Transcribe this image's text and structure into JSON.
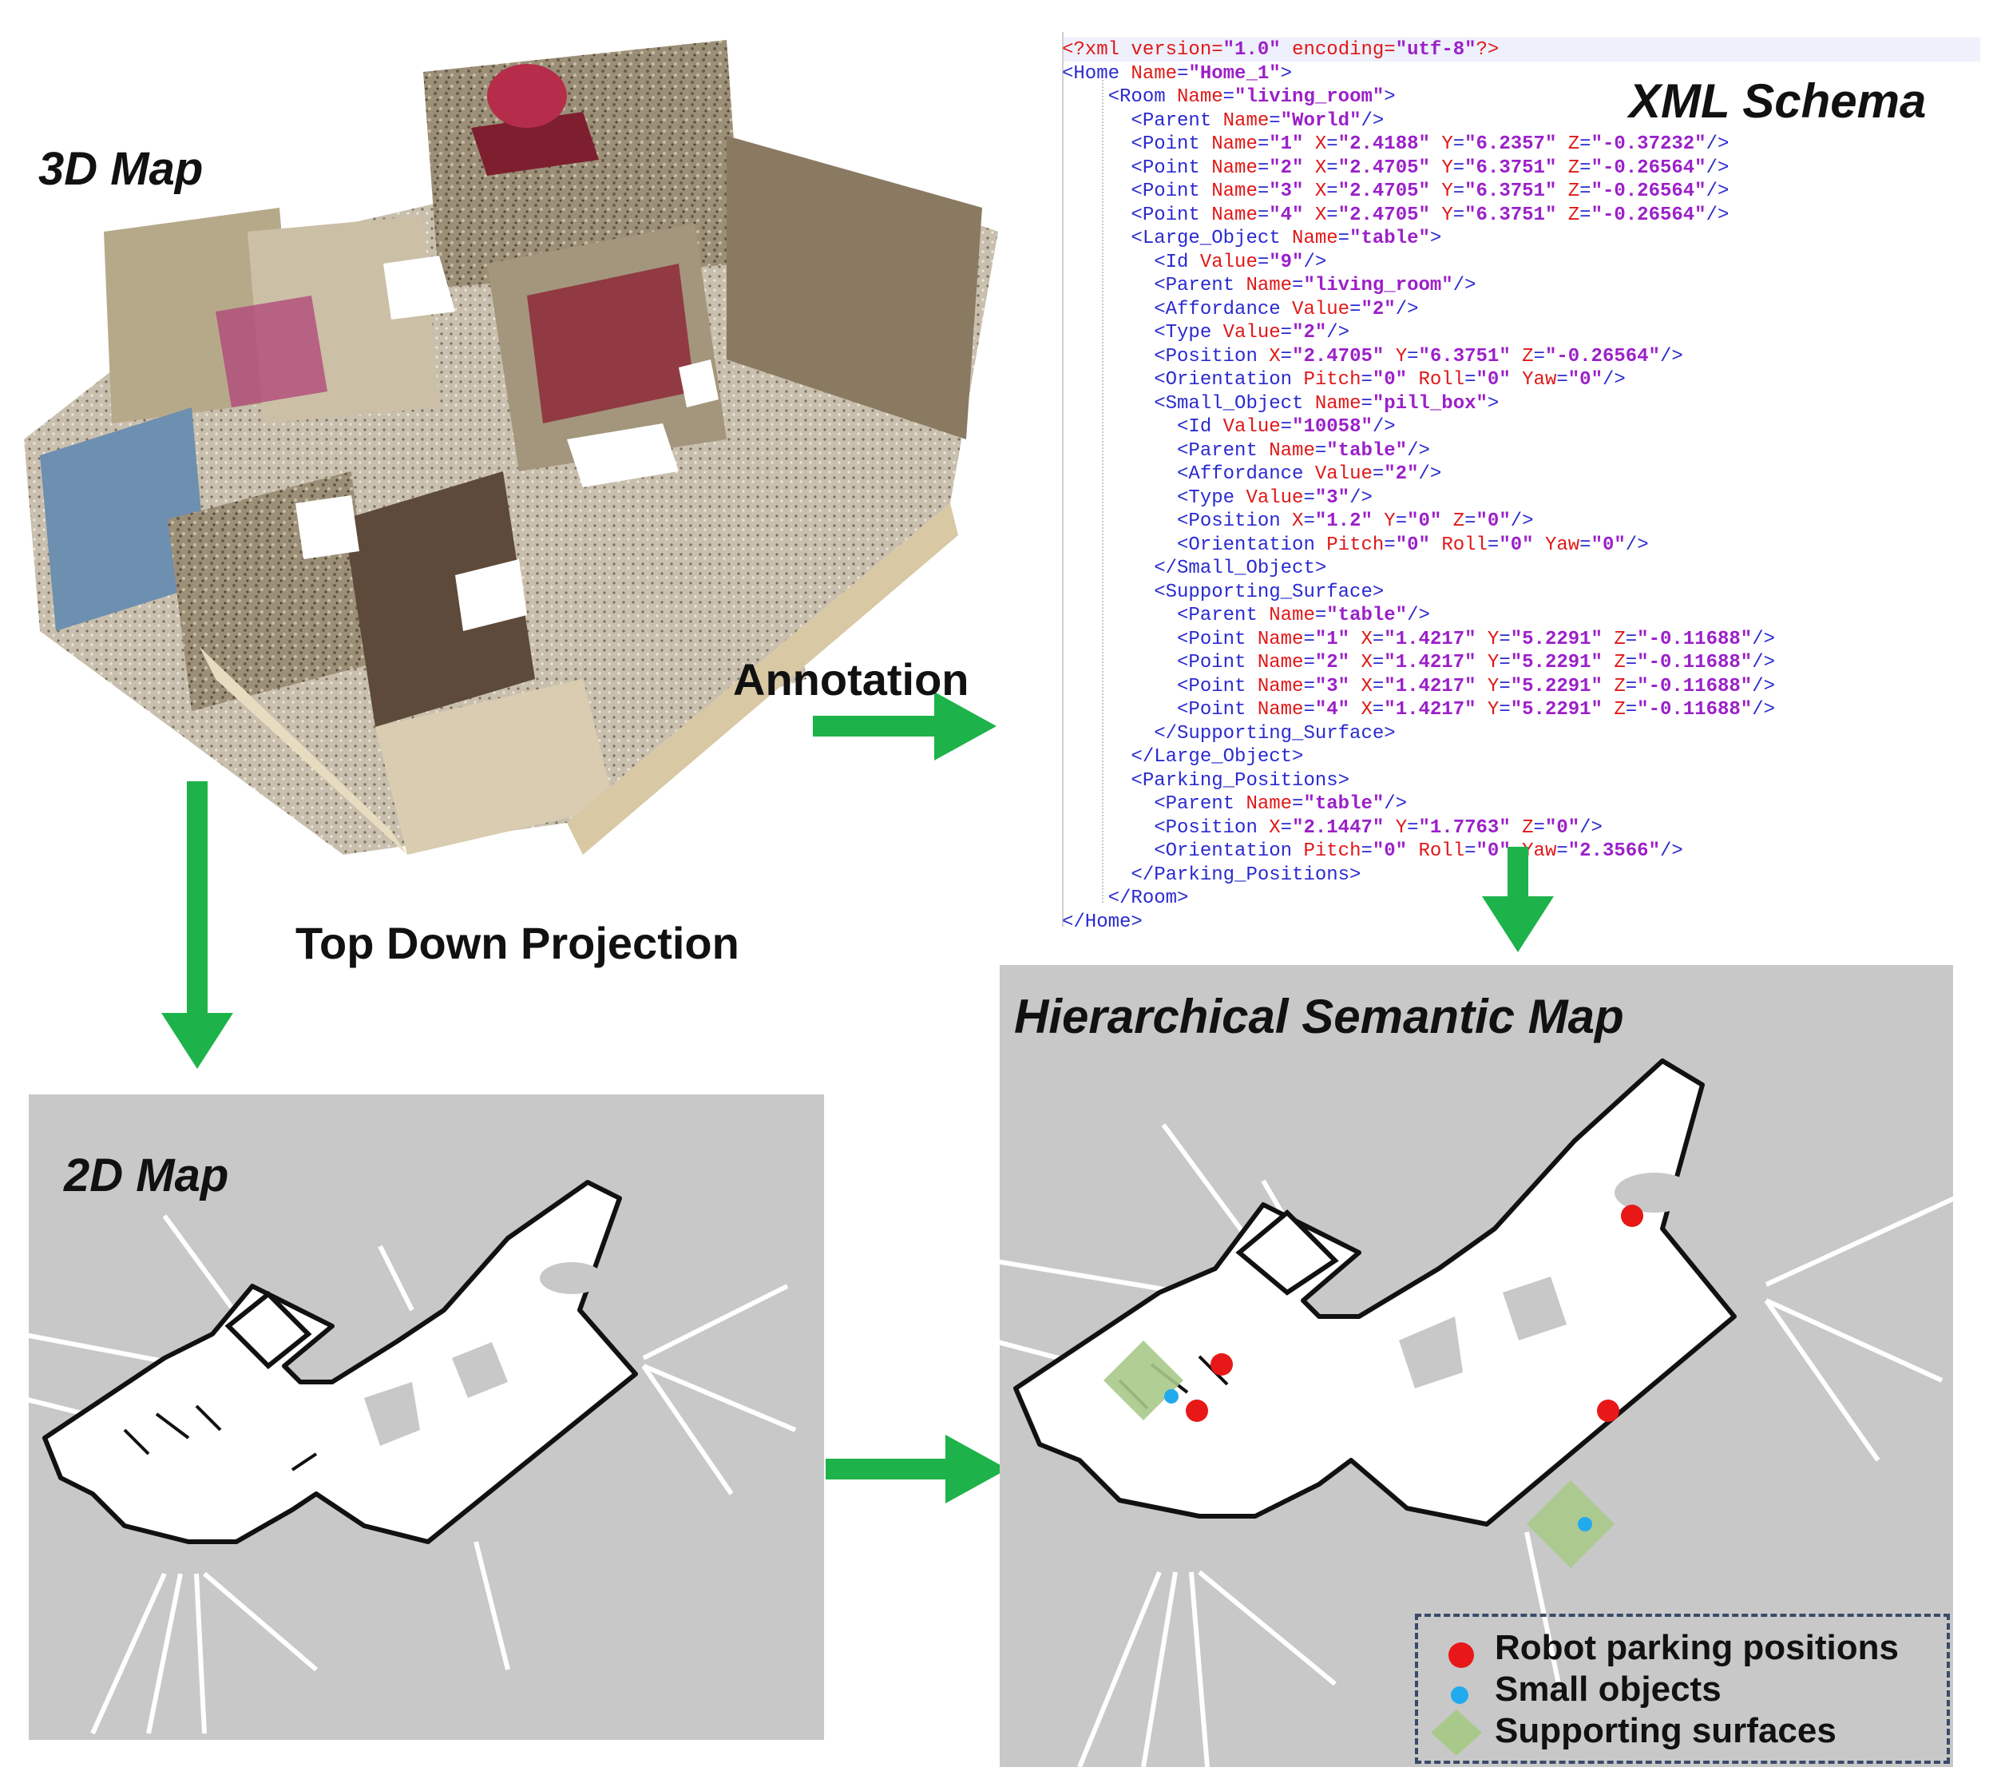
{
  "labels": {
    "map3d": "3D Map",
    "xml_schema": "XML Schema",
    "annotation": "Annotation",
    "top_down_projection": "Top Down Projection",
    "map2d": "2D Map",
    "hierarchical_semantic_map": "Hierarchical Semantic Map"
  },
  "xml_lines": [
    "<?xml version=\"1.0\" encoding=\"utf-8\"?>",
    "<Home Name=\"Home_1\">",
    "    <Room Name=\"living_room\">",
    "      <Parent Name=\"World\"/>",
    "      <Point Name=\"1\" X=\"2.4188\" Y=\"6.2357\" Z=\"-0.37232\"/>",
    "      <Point Name=\"2\" X=\"2.4705\" Y=\"6.3751\" Z=\"-0.26564\"/>",
    "      <Point Name=\"3\" X=\"2.4705\" Y=\"6.3751\" Z=\"-0.26564\"/>",
    "      <Point Name=\"4\" X=\"2.4705\" Y=\"6.3751\" Z=\"-0.26564\"/>",
    "      <Large_Object Name=\"table\">",
    "        <Id Value=\"9\"/>",
    "        <Parent Name=\"living_room\"/>",
    "        <Affordance Value=\"2\"/>",
    "        <Type Value=\"2\"/>",
    "        <Position X=\"2.4705\" Y=\"6.3751\" Z=\"-0.26564\"/>",
    "        <Orientation Pitch=\"0\" Roll=\"0\" Yaw=\"0\"/>",
    "        <Small_Object Name=\"pill_box\">",
    "          <Id Value=\"10058\"/>",
    "          <Parent Name=\"table\"/>",
    "          <Affordance Value=\"2\"/>",
    "          <Type Value=\"3\"/>",
    "          <Position X=\"1.2\" Y=\"0\" Z=\"0\"/>",
    "          <Orientation Pitch=\"0\" Roll=\"0\" Yaw=\"0\"/>",
    "        </Small_Object>",
    "        <Supporting_Surface>",
    "          <Parent Name=\"table\"/>",
    "          <Point Name=\"1\" X=\"1.4217\" Y=\"5.2291\" Z=\"-0.11688\"/>",
    "          <Point Name=\"2\" X=\"1.4217\" Y=\"5.2291\" Z=\"-0.11688\"/>",
    "          <Point Name=\"3\" X=\"1.4217\" Y=\"5.2291\" Z=\"-0.11688\"/>",
    "          <Point Name=\"4\" X=\"1.4217\" Y=\"5.2291\" Z=\"-0.11688\"/>",
    "        </Supporting_Surface>",
    "      </Large_Object>",
    "      <Parking_Positions>",
    "        <Parent Name=\"table\"/>",
    "        <Position X=\"2.1447\" Y=\"1.7763\" Z=\"0\"/>",
    "        <Orientation Pitch=\"0\" Roll=\"0\" Yaw=\"2.3566\"/>",
    "      </Parking_Positions>",
    "    </Room>",
    "</Home>"
  ],
  "legend": {
    "parking": "Robot parking positions",
    "small": "Small objects",
    "surfaces": "Supporting surfaces"
  },
  "colors": {
    "arrow": "#1db34a",
    "parking": "#e81818",
    "small": "#22aaee",
    "surface": "#a9c98a",
    "map_bg": "#c8c8c8",
    "xml_tag": "#2a2ad0",
    "xml_attr": "#e01818",
    "xml_value": "#9b20c8"
  }
}
